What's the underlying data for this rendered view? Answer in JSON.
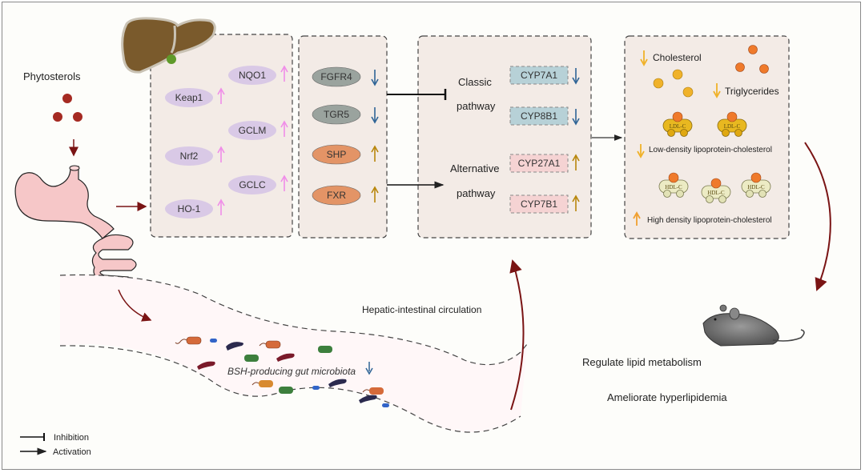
{
  "title": "Phytosterols mechanism diagram",
  "input": {
    "label": "Phytosterols"
  },
  "antioxidant_panel": {
    "nodes": [
      {
        "label": "NQO1",
        "direction": "up"
      },
      {
        "label": "Keap1",
        "direction": "up"
      },
      {
        "label": "GCLM",
        "direction": "up"
      },
      {
        "label": "Nrf2",
        "direction": "up"
      },
      {
        "label": "GCLC",
        "direction": "up"
      },
      {
        "label": "HO-1",
        "direction": "up"
      }
    ]
  },
  "receptor_panel": {
    "nodes": [
      {
        "label": "FGFR4",
        "direction": "down"
      },
      {
        "label": "TGR5",
        "direction": "down"
      },
      {
        "label": "SHP",
        "direction": "up"
      },
      {
        "label": "FXR",
        "direction": "up"
      }
    ]
  },
  "pathway_panel": {
    "classic_label_1": "Classic",
    "classic_label_2": "pathway",
    "alt_label_1": "Alternative",
    "alt_label_2": "pathway",
    "genes": [
      {
        "label": "CYP7A1",
        "direction": "down"
      },
      {
        "label": "CYP8B1",
        "direction": "down"
      },
      {
        "label": "CYP27A1",
        "direction": "up"
      },
      {
        "label": "CYP7B1",
        "direction": "up"
      }
    ]
  },
  "lipid_panel": {
    "cholesterol": "Cholesterol",
    "triglycerides": "Triglycerides",
    "ldl_tag": "LDL-C",
    "hdl_tag": "HDL-C",
    "ldl_label": "Low-density lipoprotein-cholesterol",
    "hdl_label": "High density lipoprotein-cholesterol"
  },
  "gut": {
    "circulation_label": "Hepatic-intestinal circulation",
    "microbiota_label": "BSH-producing gut microbiota"
  },
  "outcomes": {
    "line1": "Regulate lipid metabolism",
    "line2": "Ameliorate hyperlipidemia"
  },
  "legend": {
    "inhibition": "Inhibition",
    "activation": "Activation"
  },
  "colors": {
    "panel_bg": "#f3ebe6",
    "lavender": "#d9c9e6",
    "grey_node": "#9aa39e",
    "orange_node": "#e39466",
    "blue_box": "#b7d1d7",
    "pink_box": "#f5d3d3",
    "up_pink": "#f08ee8",
    "down_blue": "#2f6496",
    "up_brown": "#b8860b",
    "dark_red": "#7a1414",
    "yellow_dot": "#f0b22a",
    "orange_dot": "#ef7a2b"
  }
}
